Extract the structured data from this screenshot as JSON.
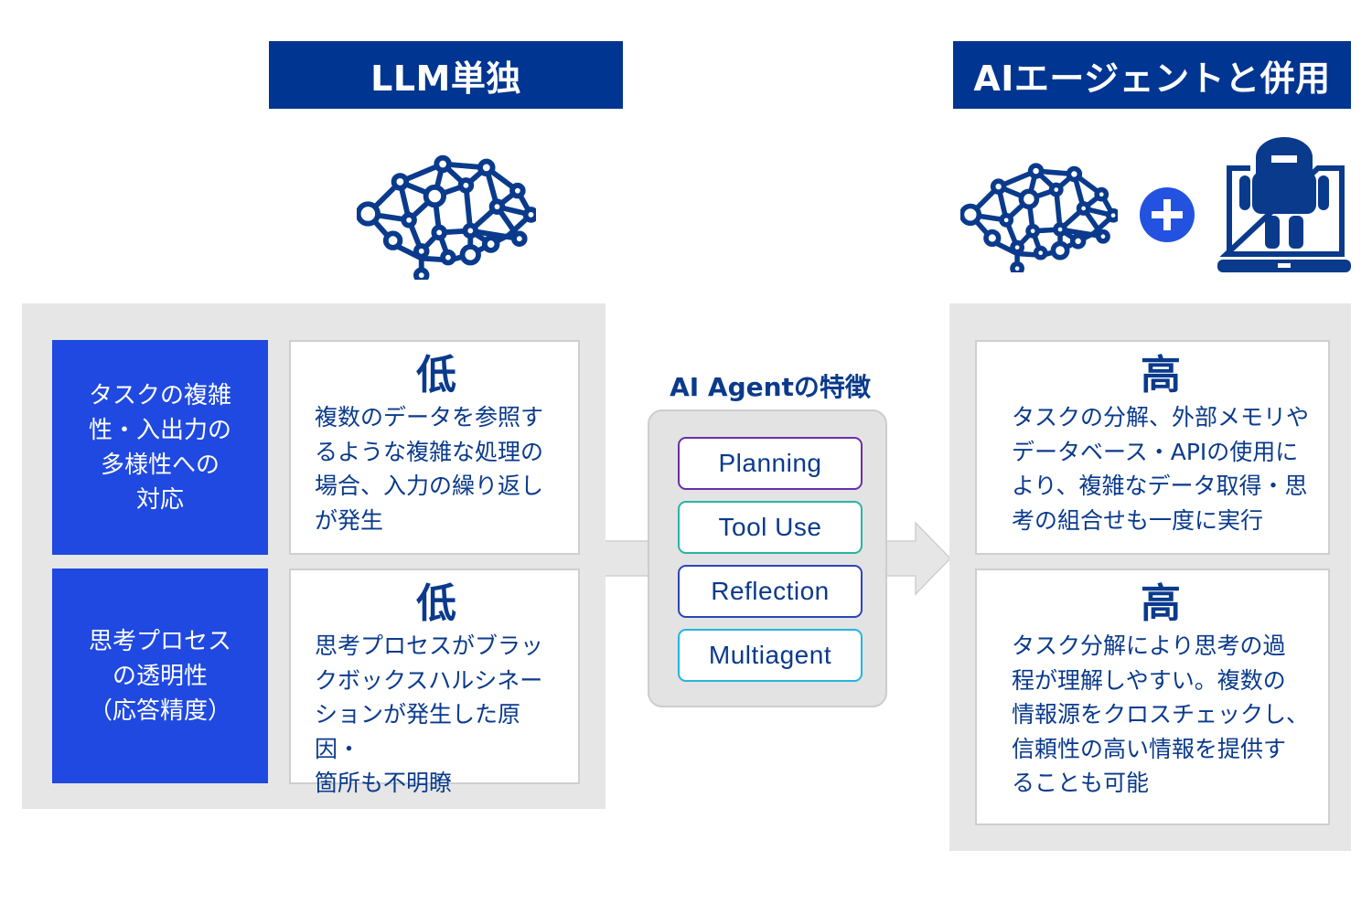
{
  "left": {
    "header": "LLM単独",
    "icon": "brain-network-icon",
    "rows": [
      {
        "label": "タスクの複雑\n性・入出力の\n多様性への\n対応",
        "level": "低",
        "description": "複数のデータを参照す\nるような複雑な処理の\n場合、入力の繰り返し\nが発生"
      },
      {
        "label": "思考プロセス\nの透明性\n（応答精度）",
        "level": "低",
        "description": "思考プロセスがブラッ\nクボックスハルシネー\nションが発生した原因・\n箇所も不明瞭"
      }
    ]
  },
  "right": {
    "header": "AIエージェントと併用",
    "icons": [
      "brain-network-icon",
      "plus-circle-icon",
      "robot-laptop-icon"
    ],
    "rows": [
      {
        "level": "高",
        "description": "タスクの分解、外部メモリや\nデータベース・APIの使用に\nより、複雑なデータ取得・思\n考の組合せも一度に実行"
      },
      {
        "level": "高",
        "description": "タスク分解により思考の過\n程が理解しやすい。複数の\n情報源をクロスチェックし、\n信頼性の高い情報を提供す\nることも可能"
      }
    ]
  },
  "features": {
    "title": "AI Agentの特徴",
    "items": [
      {
        "label": "Planning",
        "border_color": "#6a2fa8"
      },
      {
        "label": "Tool Use",
        "border_color": "#2bb3a3"
      },
      {
        "label": "Reflection",
        "border_color": "#2a46b8"
      },
      {
        "label": "Multiagent",
        "border_color": "#24b4e0"
      }
    ]
  },
  "colors": {
    "navy": "#003591",
    "label_blue": "#1f49e0",
    "text_navy": "#0a3a8c",
    "panel_gray": "#e6e6e6",
    "plus_blue": "#2352e0"
  }
}
